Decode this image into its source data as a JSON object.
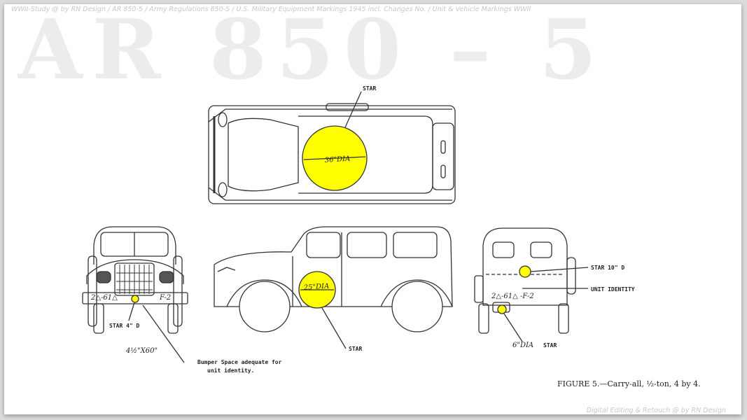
{
  "watermarks": {
    "top": "WWII-Study @ by RN Design / AR 850-5 / Army Regulations 850-5 / U.S. Military Equipment Markings 1945 incl. Changes No. / Unit & Vehicle Markings WWII",
    "big": "AR 850 – 5",
    "bottom": "Digital Editing & Retouch @ by RN Design"
  },
  "labels": {
    "star_top": "STAR",
    "star_top_dim": "36\"DIA",
    "star_side_dim": "25\"DIA",
    "star_side": "STAR",
    "star_front": "STAR 4\" D",
    "bumper_front": "2△-61△",
    "bumper_front_right": "F-2",
    "bumper_size": "4½\"X60\"",
    "bumper_note_line1": "Bumper Space adequate for",
    "bumper_note_line2": "unit identity.",
    "star_rear_10": "STAR 10\" D",
    "unit_identity": "UNIT IDENTITY",
    "rear_identity": "2△-61△ -F-2",
    "rear_star_dim": "6\"DIA",
    "star_rear_low": "STAR"
  },
  "caption": "FIGURE 5.—Carry-all, ½-ton, 4 by 4.",
  "colors": {
    "star_fill": "#ffff00",
    "line": "#333333"
  }
}
